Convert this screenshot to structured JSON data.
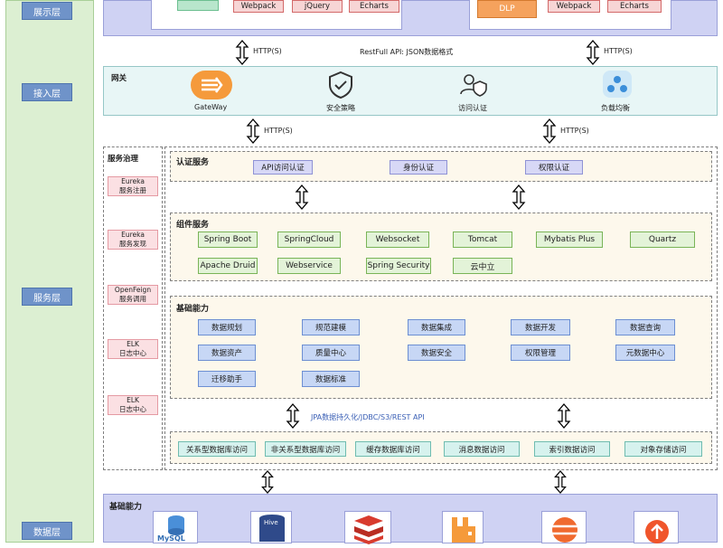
{
  "layers": {
    "presentation": "展示层",
    "access": "接入层",
    "service": "服务层",
    "data": "数据层"
  },
  "presentation": {
    "left_tags": [
      "Webpack",
      "jQuery",
      "Echarts"
    ],
    "right_logo": "DLP",
    "right_tags": [
      "Webpack",
      "Echarts"
    ]
  },
  "connectors": {
    "http": "HTTP(S)",
    "rest": "RestFull API: JSON数据格式",
    "jpa": "JPA数据持久化/JDBC/S3/REST API"
  },
  "gateway": {
    "title": "网关",
    "items": [
      "GateWay",
      "安全策略",
      "访问认证",
      "负载均衡"
    ]
  },
  "governance": {
    "title": "服务治理",
    "items": [
      [
        "Eureka",
        "服务注册"
      ],
      [
        "Eureka",
        "服务发现"
      ],
      [
        "OpenFeign",
        "服务调用"
      ],
      [
        "ELK",
        "日志中心"
      ],
      [
        "ELK",
        "日志中心"
      ]
    ]
  },
  "auth": {
    "title": "认证服务",
    "items": [
      "API访问认证",
      "身份认证",
      "权限认证"
    ]
  },
  "components": {
    "title": "组件服务",
    "row1": [
      "Spring Boot",
      "SpringCloud",
      "Websocket",
      "Tomcat",
      "Mybatis Plus",
      "Quartz"
    ],
    "row2": [
      "Apache Druid",
      "Webservice",
      "Spring Security",
      "云中立"
    ]
  },
  "basic": {
    "title": "基础能力",
    "row1": [
      "数据规划",
      "规范建模",
      "数据集成",
      "数据开发",
      "数据查询"
    ],
    "row2": [
      "数据资产",
      "质量中心",
      "数据安全",
      "权限管理",
      "元数据中心"
    ],
    "row3": [
      "迁移助手",
      "数据标准"
    ]
  },
  "access_layer": {
    "items": [
      "关系型数据库访问",
      "非关系型数据库访问",
      "缓存数据库访问",
      "消息数据访问",
      "索引数据访问",
      "对象存储访问"
    ]
  },
  "data_layer": {
    "title": "基础能力",
    "mysql_text": "MySQL",
    "hive_text": "Hive"
  },
  "colors": {
    "layer_label": "#6f93c9",
    "left_column": "#dcefd2",
    "presentation_panel": "#cfd2f3",
    "gateway_panel": "#e8f6f6",
    "tag_red": "#f7d5d5"
  }
}
